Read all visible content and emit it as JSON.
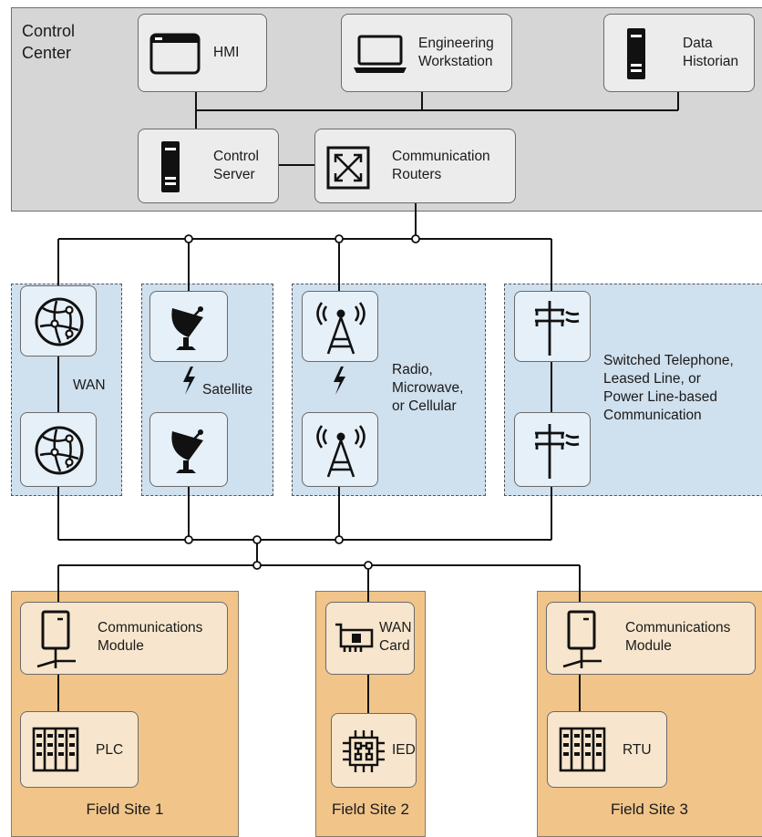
{
  "control_center": {
    "title": "Control\nCenter",
    "hmi": "HMI",
    "engineering_workstation": "Engineering\nWorkstation",
    "data_historian": "Data\nHistorian",
    "control_server": "Control\nServer",
    "communication_routers": "Communication\nRouters"
  },
  "networks": {
    "wan": "WAN",
    "satellite": "Satellite",
    "radio": "Radio,\nMicrowave,\nor Cellular",
    "telephone": "Switched Telephone,\nLeased Line, or\nPower Line-based\nCommunication"
  },
  "field_sites": [
    {
      "name": "Field Site 1",
      "comm": "Communications\nModule",
      "device": "PLC"
    },
    {
      "name": "Field Site 2",
      "comm": "WAN\nCard",
      "device": "IED"
    },
    {
      "name": "Field Site 3",
      "comm": "Communications\nModule",
      "device": "RTU"
    }
  ],
  "colors": {
    "control_bg": "#d6d6d6",
    "comm_bg": "#cfe0ee",
    "field_bg": "#f1c48a",
    "node_cream": "#f7e6cd"
  }
}
